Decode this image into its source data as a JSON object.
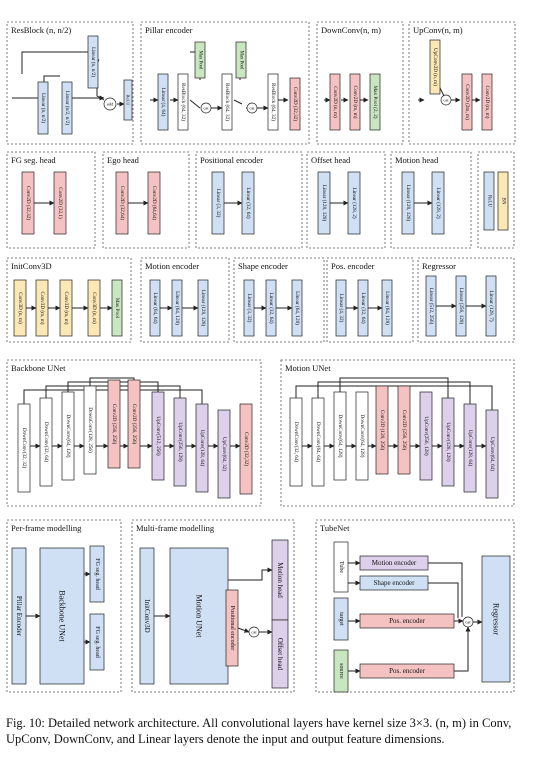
{
  "colors": {
    "linear": "#cfe0f4",
    "conv": "#f5c2c2",
    "upconv": "#dcd0ea",
    "downconv": "#ffffff",
    "pool": "#c8e6c0",
    "relu": "#cfe0f4",
    "bn": "#fbe8b5",
    "stroke": "#222222"
  },
  "panels": {
    "resblock": "ResBlock (n, n/2)",
    "pillar": "Pillar encoder",
    "downconv": "DownConv(n, m)",
    "upconv": "UpConv(n, m)",
    "fgseg": "FG seg. head",
    "ego": "Ego head",
    "posenc": "Positional encoder",
    "offset": "Offset head",
    "motionhead": "Motion head",
    "initconv": "InitConv3D",
    "motionenc": "Motion encoder",
    "shapeenc": "Shape encoder",
    "posenc2": "Pos. encoder",
    "regressor": "Regressor",
    "backbone": "Backbone UNet",
    "motionunet": "Motion UNet",
    "perframe": "Per-frame modelling",
    "multiframe": "Multi-frame modelling",
    "tubenet": "TubeNet"
  },
  "layers": {
    "res_linear_n_n2": "Linear (n, n/2)",
    "res_linear_n2_n2": "Linear (n/2, n/2)",
    "res_linear_n_n2_b": "Linear (n, n/2)",
    "add": "add",
    "cat": "cat",
    "linear_4_64": "Linear (4, 64)",
    "resblock_64_32": "ResBlock (64, 32)",
    "max_pool": "Max Pool",
    "conv2d_32_32": "Conv2D (32,32)",
    "conv2d_n_m": "Conv2D (n, m)",
    "conv2d_m_m": "Conv2D (m, m)",
    "max_pool_22": "Max Pool (2, 2)",
    "upconv2d_n_m": "UpConv2D (n, m)",
    "conv2d_2m_m": "Conv2D (2m, m)",
    "conv2d_32_32b": "Conv2D (32,32)",
    "conv2d_32_1": "Conv2D (32,1)",
    "conv2d_32_64": "Conv2D (32,64)",
    "conv2d_64_64": "Conv2D (64,64)",
    "linear_3_32": "Linear (3, 32)",
    "linear_32_64": "Linear (32, 64)",
    "linear_128_128": "Linear (128, 128)",
    "linear_128_2": "Linear (128, 2)",
    "relu": "ReLU",
    "bn": "BN",
    "conv3d_n_m": "Conv3D (n, m)",
    "conv3d_m_m": "Conv3D (m, m)",
    "conv3d_m_m_b": "Conv3D (m, m)",
    "linear_64_64": "Linear (64, 64)",
    "linear_64_128": "Linear (64, 128)",
    "linear_3_32b": "Linear (3, 32)",
    "linear_4_32": "Linear (4, 32)",
    "linear_32_64b": "Linear (32, 64)",
    "linear_64_128b": "Linear (64, 128)",
    "linear_512_256": "Linear (512, 256)",
    "linear_256_128": "Linear (256, 128)",
    "linear_128_7": "Linear (128, 7)",
    "downconv_32_32": "DownConv(32, 32)",
    "downconv_32_64": "DownConv(32, 64)",
    "downconv_64_128": "DownConv(64, 128)",
    "downconv_128_256": "DownConv(128, 256)",
    "conv2d_256_256": "Conv2D (256, 256)",
    "upconv_512_256": "UpConv(512, 256)",
    "upconv_256_128": "UpConv(256, 128)",
    "upconv_128_64": "UpConv(128, 64)",
    "upconv_64_32": "UpConv(64, 32)",
    "conv2d_32_32c": "Conv2D (32,32)",
    "downconv_32_64b": "DownConv(32, 64)",
    "downconv_64_64": "DownConv(64, 64)",
    "downconv_64_128b": "DownConv(64, 128)",
    "conv2d_128_256": "Conv2D (128, 256)",
    "conv2d_256_256b": "Conv2D (256, 256)",
    "upconv_256_128b": "UpConv(256, 128)",
    "upconv_128_128": "UpConv(128, 128)",
    "upconv_128_64b": "UpConv(128, 64)",
    "upconv_64_64": "UpConv(64, 64)",
    "pillar_encoder": "Pillar Encoder",
    "backbone_unet": "Backbone UNet",
    "fg_seg_head": "FG seg. head",
    "initconv3d": "InitConv3D",
    "motion_unet": "Motion UNet",
    "positional_encoder": "Positional encoder",
    "motion_head": "Motion head",
    "offset_head": "Offset head",
    "tube": "Tube",
    "target": "target",
    "source": "source",
    "motion_encoder": "Motion encoder",
    "shape_encoder": "Shape encoder",
    "pos_encoder": "Pos. encoder",
    "regressor": "Regressor"
  },
  "caption": "Fig. 10: Detailed network architecture. All convolutional layers have kernel size 3×3. (n, m) in Conv, UpConv, DownConv, and Linear layers denote the input and output feature dimensions."
}
